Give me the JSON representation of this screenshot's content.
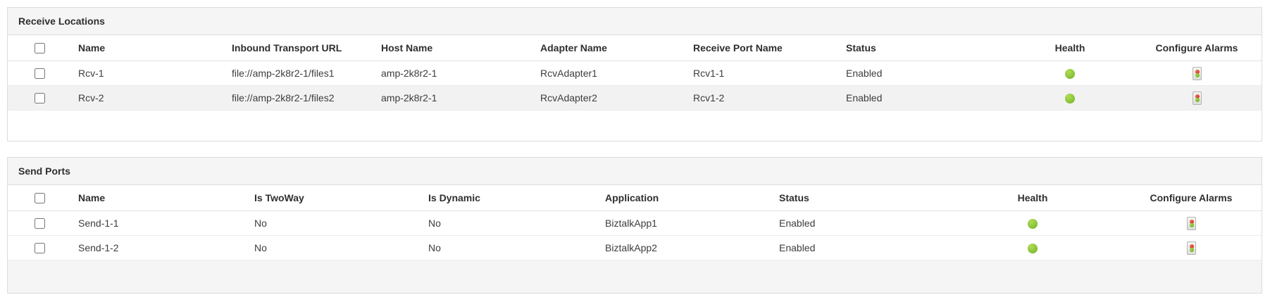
{
  "panels": [
    {
      "title": "Receive Locations",
      "columns": [
        "Name",
        "Inbound Transport URL",
        "Host Name",
        "Adapter Name",
        "Receive Port Name",
        "Status",
        "Health",
        "Configure Alarms"
      ],
      "rows": [
        {
          "cells": [
            "Rcv-1",
            "file://amp-2k8r2-1/files1",
            "amp-2k8r2-1",
            "RcvAdapter1",
            "Rcv1-1",
            "Enabled"
          ],
          "health": "green",
          "checked": false
        },
        {
          "cells": [
            "Rcv-2",
            "file://amp-2k8r2-1/files2",
            "amp-2k8r2-1",
            "RcvAdapter2",
            "Rcv1-2",
            "Enabled"
          ],
          "health": "green",
          "checked": false
        }
      ]
    },
    {
      "title": "Send Ports",
      "columns": [
        "Name",
        "Is TwoWay",
        "Is Dynamic",
        "Application",
        "Status",
        "Health",
        "Configure Alarms"
      ],
      "rows": [
        {
          "cells": [
            "Send-1-1",
            "No",
            "No",
            "BiztalkApp1",
            "Enabled"
          ],
          "health": "green",
          "checked": false
        },
        {
          "cells": [
            "Send-1-2",
            "No",
            "No",
            "BiztalkApp2",
            "Enabled"
          ],
          "health": "green",
          "checked": false
        }
      ]
    }
  ],
  "icons": {
    "health": "green-dot-icon",
    "configure_alarms": "traffic-light-icon"
  },
  "colors": {
    "health_dot": "#8cc63e",
    "alarm_red": "#d93a2b",
    "alarm_green": "#76b82a",
    "title_bar_bg": "#f5f5f5",
    "striped_row_bg": "#f2f2f2",
    "panel_border": "#dcdcdc",
    "text": "#333333"
  }
}
